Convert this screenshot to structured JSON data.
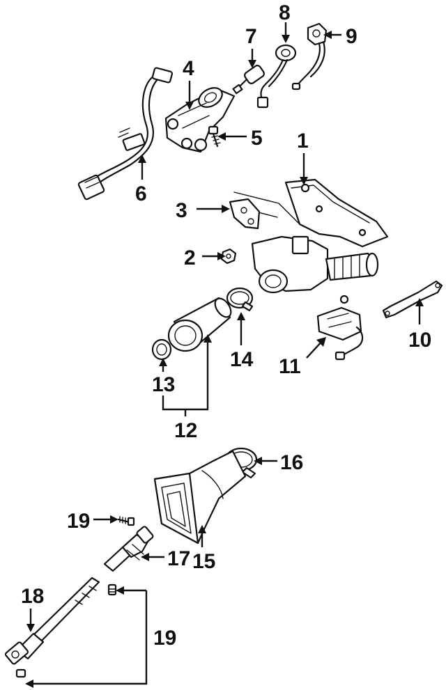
{
  "diagram": {
    "callouts": [
      {
        "id": "c1",
        "label": "1"
      },
      {
        "id": "c2",
        "label": "2"
      },
      {
        "id": "c3",
        "label": "3"
      },
      {
        "id": "c4",
        "label": "4"
      },
      {
        "id": "c5",
        "label": "5"
      },
      {
        "id": "c6",
        "label": "6"
      },
      {
        "id": "c7",
        "label": "7"
      },
      {
        "id": "c8",
        "label": "8"
      },
      {
        "id": "c9",
        "label": "9"
      },
      {
        "id": "c10",
        "label": "10"
      },
      {
        "id": "c11",
        "label": "11"
      },
      {
        "id": "c12",
        "label": "12"
      },
      {
        "id": "c13",
        "label": "13"
      },
      {
        "id": "c14",
        "label": "14"
      },
      {
        "id": "c15",
        "label": "15"
      },
      {
        "id": "c16",
        "label": "16"
      },
      {
        "id": "c17",
        "label": "17"
      },
      {
        "id": "c18",
        "label": "18"
      },
      {
        "id": "c19a",
        "label": "19"
      },
      {
        "id": "c19b",
        "label": "19"
      }
    ]
  }
}
